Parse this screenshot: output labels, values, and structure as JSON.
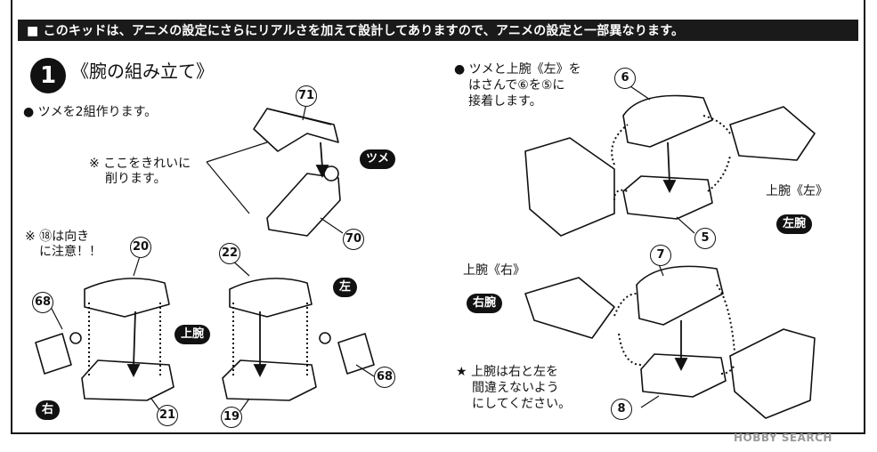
{
  "banner": "■ このキッドは、アニメの設定にさらにリアルさを加えて設計してありますので、アニメの設定と一部異なります。",
  "step": {
    "number": "1",
    "title": "《腕の組み立て》"
  },
  "notes": {
    "claw_pairs": "● ツメを2組作ります。",
    "trim_line1": "※ ここをきれいに",
    "trim_line2": "削ります。",
    "orient_line1": "※ ⑱は向き",
    "orient_line2": "に注意！！",
    "attach_line1": "● ツメと上腕《左》を",
    "attach_line2": "はさんで⑥を⑤に",
    "attach_line3": "接着します。",
    "caution_line1": "★ 上腕は右と左を",
    "caution_line2": "間違えないよう",
    "caution_line3": "にしてください。"
  },
  "labels": {
    "tsume": "ツメ",
    "upper_arm": "上腕",
    "left": "左",
    "right": "右",
    "left_arm": "左腕",
    "right_arm": "右腕",
    "upper_arm_left": "上腕《左》",
    "upper_arm_right": "上腕《右》"
  },
  "parts": {
    "p71": "71",
    "p70": "70",
    "p20": "20",
    "p68a": "68",
    "p21": "21",
    "p22": "22",
    "p19": "19",
    "p68b": "68",
    "p6": "6",
    "p5": "5",
    "p7": "7",
    "p8": "8"
  },
  "watermark": "HOBBY SEARCH"
}
